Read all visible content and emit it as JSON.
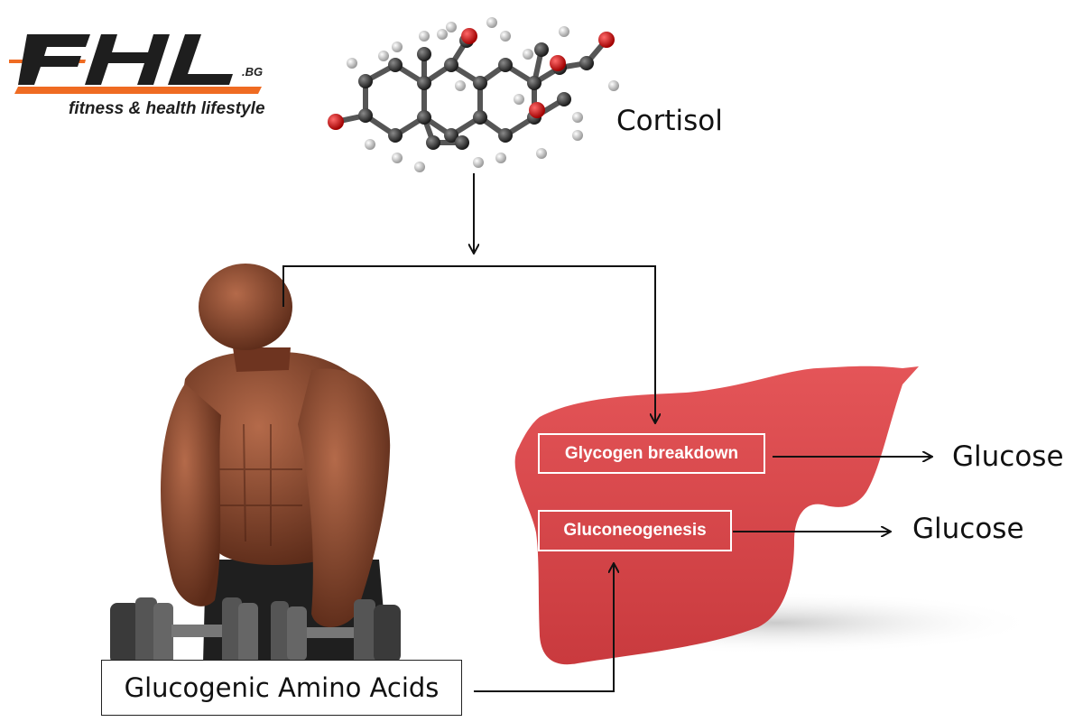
{
  "logo": {
    "brand": "FHL",
    "suffix": ".BG",
    "tagline": "fitness & health lifestyle"
  },
  "molecule": {
    "label": "Cortisol"
  },
  "liver": {
    "process_1": "Glycogen breakdown",
    "process_2": "Gluconeogenesis"
  },
  "outputs": {
    "output_1": "Glucose",
    "output_2": "Glucose"
  },
  "source": {
    "label": "Glucogenic Amino Acids"
  },
  "colors": {
    "liver": "#d9464a",
    "logo_orange": "#ef6b22",
    "logo_dark": "#1e1e1e",
    "skin": "#8a4a33"
  },
  "icons": {
    "molecule": "cortisol-molecule-icon",
    "person": "bodybuilder-icon",
    "organ": "liver-icon"
  }
}
